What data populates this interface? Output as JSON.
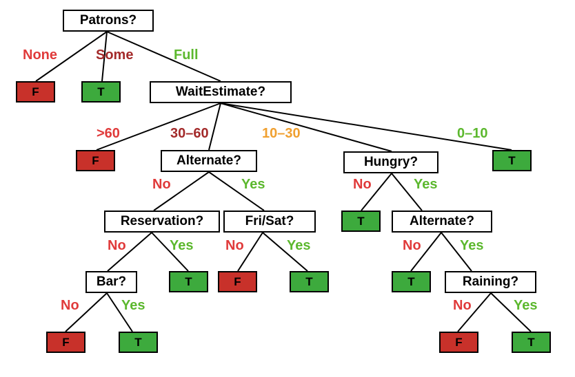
{
  "colors": {
    "red_label": "#e03a3a",
    "dark_red_label": "#a32a2a",
    "green_label": "#5cb82e",
    "orange_label": "#f0a030",
    "leaf_false": "#c8312a",
    "leaf_true": "#3daa3d"
  },
  "nodes": {
    "patrons": "Patrons?",
    "patrons_none_leaf": "F",
    "patrons_some_leaf": "T",
    "wait_estimate": "WaitEstimate?",
    "wait_gt60_leaf": "F",
    "alternate_1": "Alternate?",
    "hungry": "Hungry?",
    "wait_0_10_leaf": "T",
    "reservation": "Reservation?",
    "fri_sat": "Fri/Sat?",
    "hungry_no_leaf": "T",
    "alternate_2": "Alternate?",
    "bar": "Bar?",
    "reservation_yes_leaf": "T",
    "fri_sat_no_leaf": "F",
    "fri_sat_yes_leaf": "T",
    "alternate_2_no_leaf": "T",
    "raining": "Raining?",
    "bar_no_leaf": "F",
    "bar_yes_leaf": "T",
    "raining_no_leaf": "F",
    "raining_yes_leaf": "T"
  },
  "edges": {
    "none": "None",
    "some": "Some",
    "full": "Full",
    "gt60": ">60",
    "w30_60": "30–60",
    "w10_30": "10–30",
    "w0_10": "0–10",
    "alt1_no": "No",
    "alt1_yes": "Yes",
    "hungry_no": "No",
    "hungry_yes": "Yes",
    "res_no": "No",
    "res_yes": "Yes",
    "fri_no": "No",
    "fri_yes": "Yes",
    "alt2_no": "No",
    "alt2_yes": "Yes",
    "bar_no": "No",
    "bar_yes": "Yes",
    "rain_no": "No",
    "rain_yes": "Yes"
  }
}
